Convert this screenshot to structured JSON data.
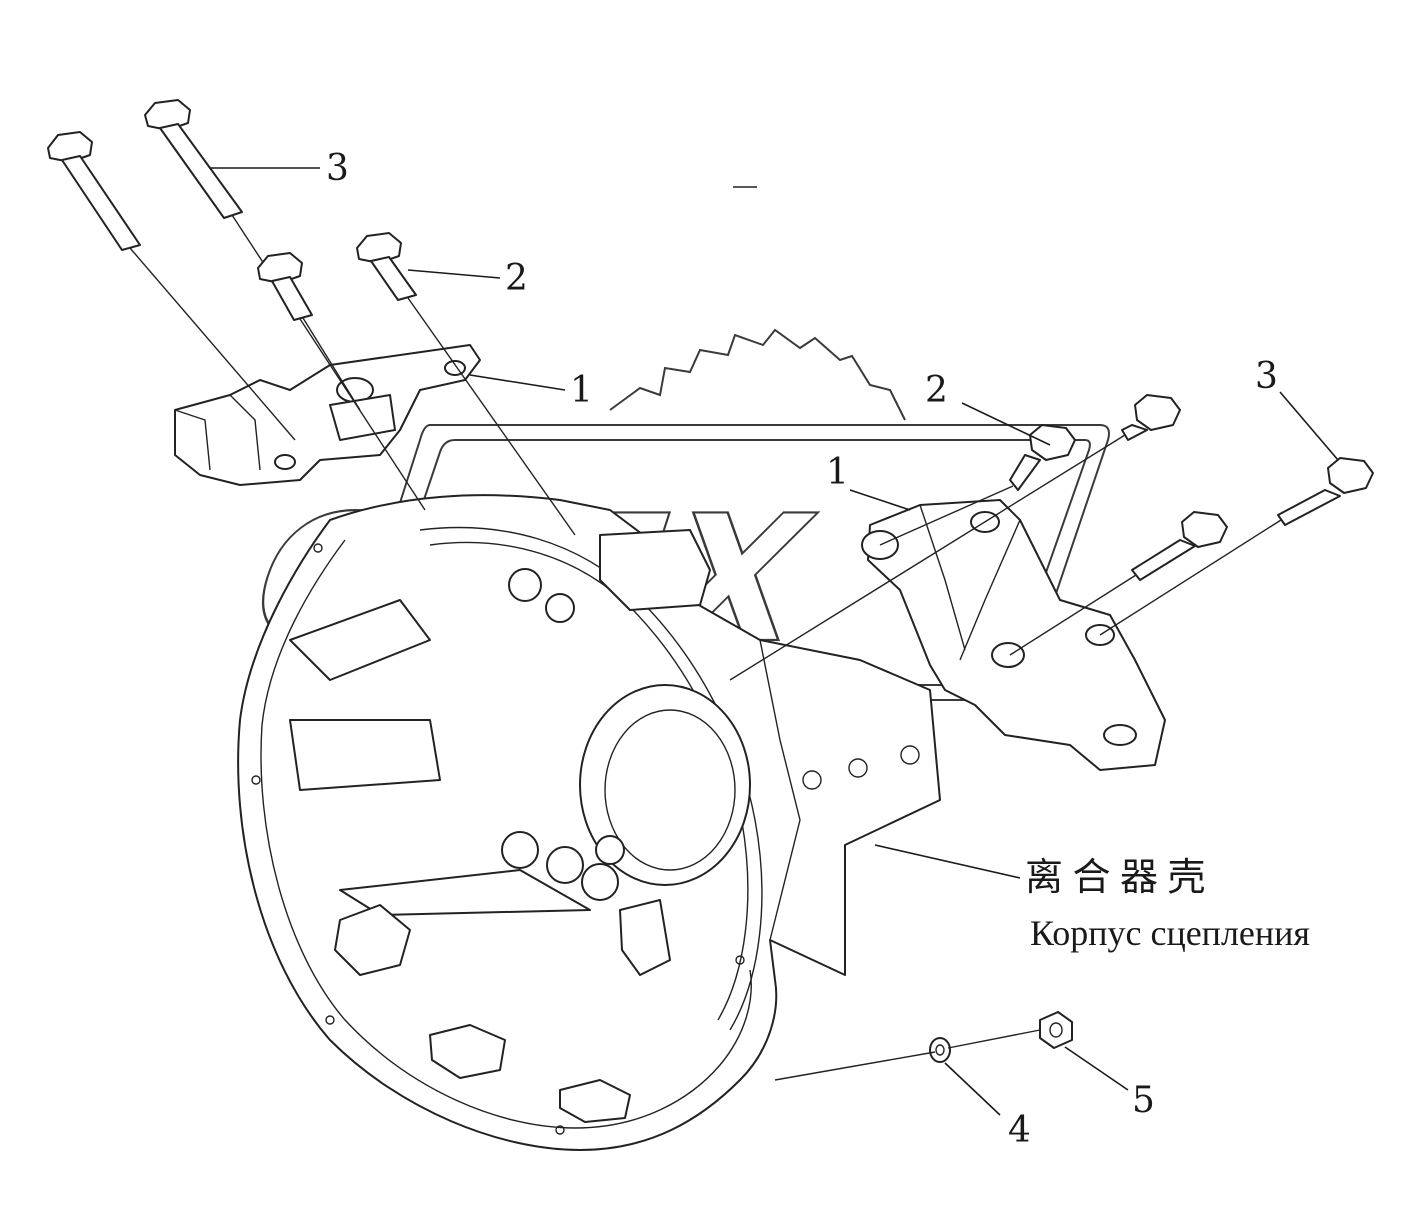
{
  "callouts": {
    "left_bolt_long": "3",
    "left_bolt_short": "2",
    "left_bracket": "1",
    "right_bolt_short": "2",
    "right_bolt_long": "3",
    "right_bracket": "1",
    "washer": "4",
    "nut": "5"
  },
  "caption": {
    "chinese": "离 合 器 壳",
    "russian": "Корпус сцепления"
  },
  "watermark": {
    "brand_text": "OPEX",
    "icon": "gear-logo-icon"
  }
}
